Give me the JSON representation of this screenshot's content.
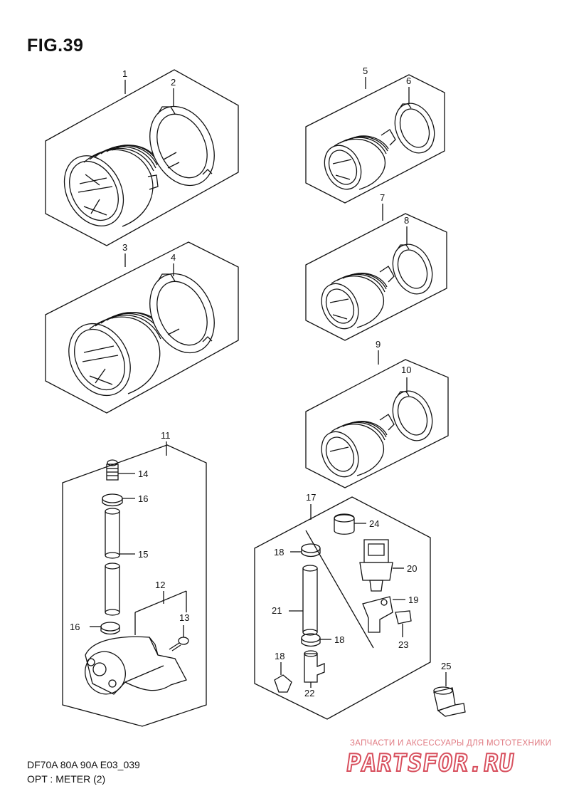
{
  "title": "FIG.39",
  "footer": {
    "line1": "DF70A 80A 90A E03_039",
    "line2": "OPT : METER (2)"
  },
  "watermark": {
    "subtitle": "ЗАПЧАСТИ И АКСЕССУАРЫ ДЛЯ МОТОТЕХНИКИ",
    "brand": "PARTSFOR.RU"
  },
  "callouts": {
    "p1": "1",
    "p2": "2",
    "p3": "3",
    "p4": "4",
    "p5": "5",
    "p6": "6",
    "p7": "7",
    "p8": "8",
    "p9": "9",
    "p10": "10",
    "p11": "11",
    "p12": "12",
    "p13": "13",
    "p14": "14",
    "p15": "15",
    "p16a": "16",
    "p16b": "16",
    "p17": "17",
    "p18a": "18",
    "p18b": "18",
    "p18c": "18",
    "p19": "19",
    "p20": "20",
    "p21": "21",
    "p22": "22",
    "p23": "23",
    "p24": "24",
    "p25": "25"
  }
}
